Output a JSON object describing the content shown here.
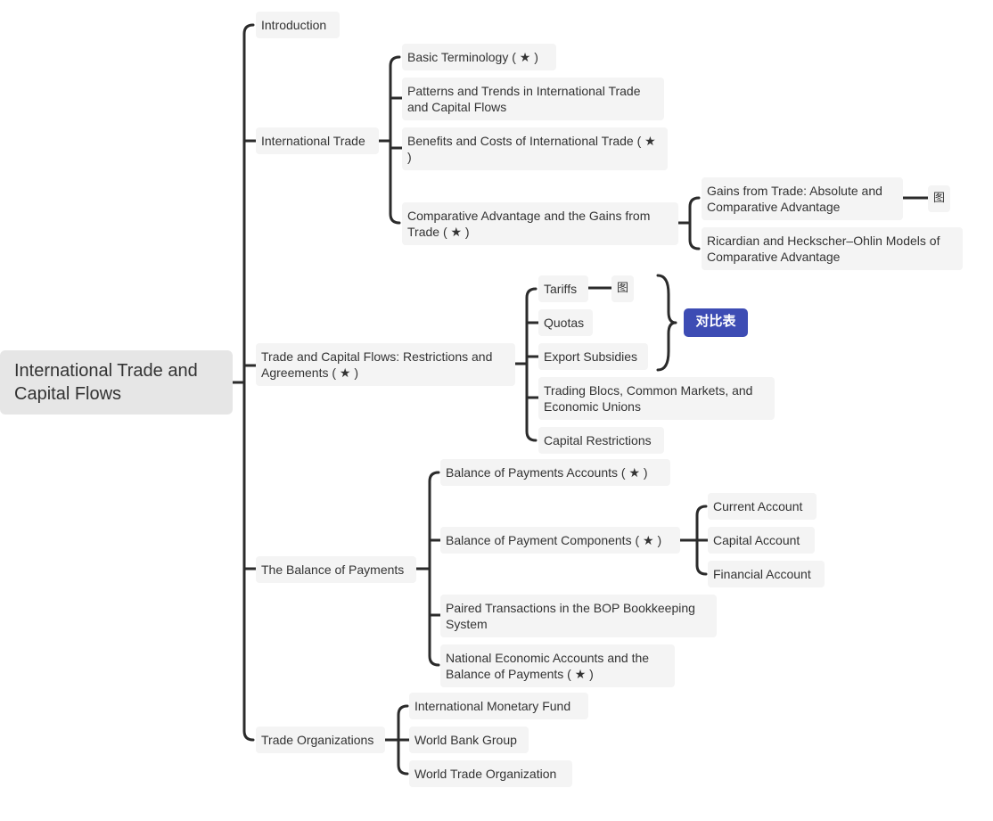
{
  "root": "International Trade and Capital Flows",
  "image_marker": "图",
  "comparison_tag": "对比表",
  "nodes": {
    "introduction": "Introduction",
    "international_trade": "International Trade",
    "basic_terminology": "Basic Terminology ( ★ )",
    "patterns_trends": "Patterns and Trends in International Trade and Capital Flows",
    "benefits_costs": "Benefits and Costs of International Trade ( ★ )",
    "comparative_advantage": "Comparative Advantage and the Gains from Trade ( ★ )",
    "gains_from_trade": "Gains from Trade: Absolute and Comparative Advantage",
    "ricardian": "Ricardian and Heckscher–Ohlin Models of Comparative Advantage",
    "restrictions": "Trade and Capital Flows: Restrictions and Agreements ( ★ )",
    "tariffs": "Tariffs",
    "quotas": "Quotas",
    "export_subsidies": "Export Subsidies",
    "trading_blocs": "Trading Blocs, Common Markets, and Economic Unions",
    "capital_restrictions": "Capital Restrictions",
    "balance_of_payments": "The Balance of Payments",
    "bop_accounts": "Balance of Payments Accounts ( ★ )",
    "bop_components": "Balance of Payment Components ( ★ )",
    "current_account": "Current Account",
    "capital_account": "Capital Account",
    "financial_account": "Financial Account",
    "paired_transactions": "Paired Transactions in the BOP Bookkeeping System",
    "national_accounts": "National Economic Accounts and the Balance of Payments ( ★ )",
    "trade_organizations": "Trade Organizations",
    "imf": "International Monetary Fund",
    "world_bank": "World Bank Group",
    "wto": "World Trade Organization"
  }
}
